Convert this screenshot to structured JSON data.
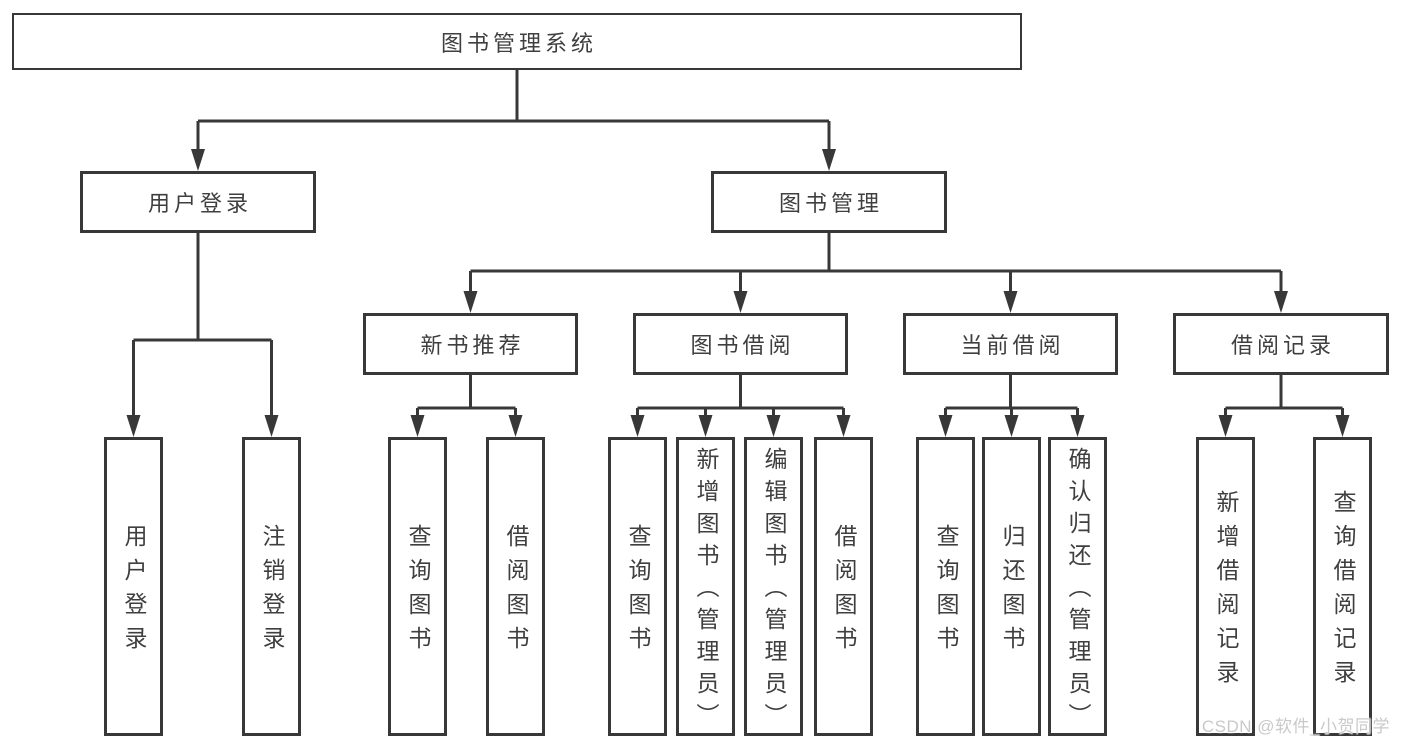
{
  "tree": {
    "label": "图书管理系统",
    "children": [
      {
        "label": "用户登录",
        "children": [
          {
            "label": "用户登录"
          },
          {
            "label": "注销登录"
          }
        ]
      },
      {
        "label": "图书管理",
        "children": [
          {
            "label": "新书推荐",
            "children": [
              {
                "label": "查询图书"
              },
              {
                "label": "借阅图书"
              }
            ]
          },
          {
            "label": "图书借阅",
            "children": [
              {
                "label": "查询图书"
              },
              {
                "label": "新增图书（管理员）"
              },
              {
                "label": "编辑图书（管理员）"
              },
              {
                "label": "借阅图书"
              }
            ]
          },
          {
            "label": "当前借阅",
            "children": [
              {
                "label": "查询图书"
              },
              {
                "label": "归还图书"
              },
              {
                "label": "确认归还（管理员）"
              }
            ]
          },
          {
            "label": "借阅记录",
            "children": [
              {
                "label": "新增借阅记录"
              },
              {
                "label": "查询借阅记录"
              }
            ]
          }
        ]
      }
    ]
  },
  "watermark": {
    "text": "CSDN @软件_小贺同学"
  },
  "colors": {
    "line": "#383838",
    "text": "#3f3f3f",
    "box_background": "#ffffff",
    "page_background": "#ffffff",
    "watermark": "#c9c9c9"
  }
}
